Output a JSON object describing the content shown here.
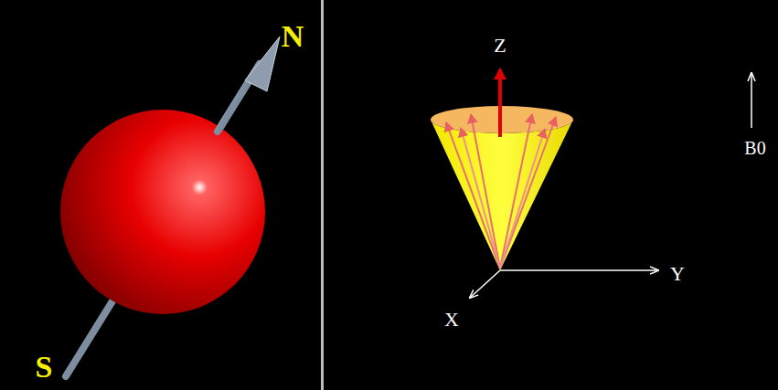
{
  "diagram": {
    "labels": [
      "N",
      "S",
      "Z",
      "Y",
      "X",
      "B0"
    ]
  }
}
